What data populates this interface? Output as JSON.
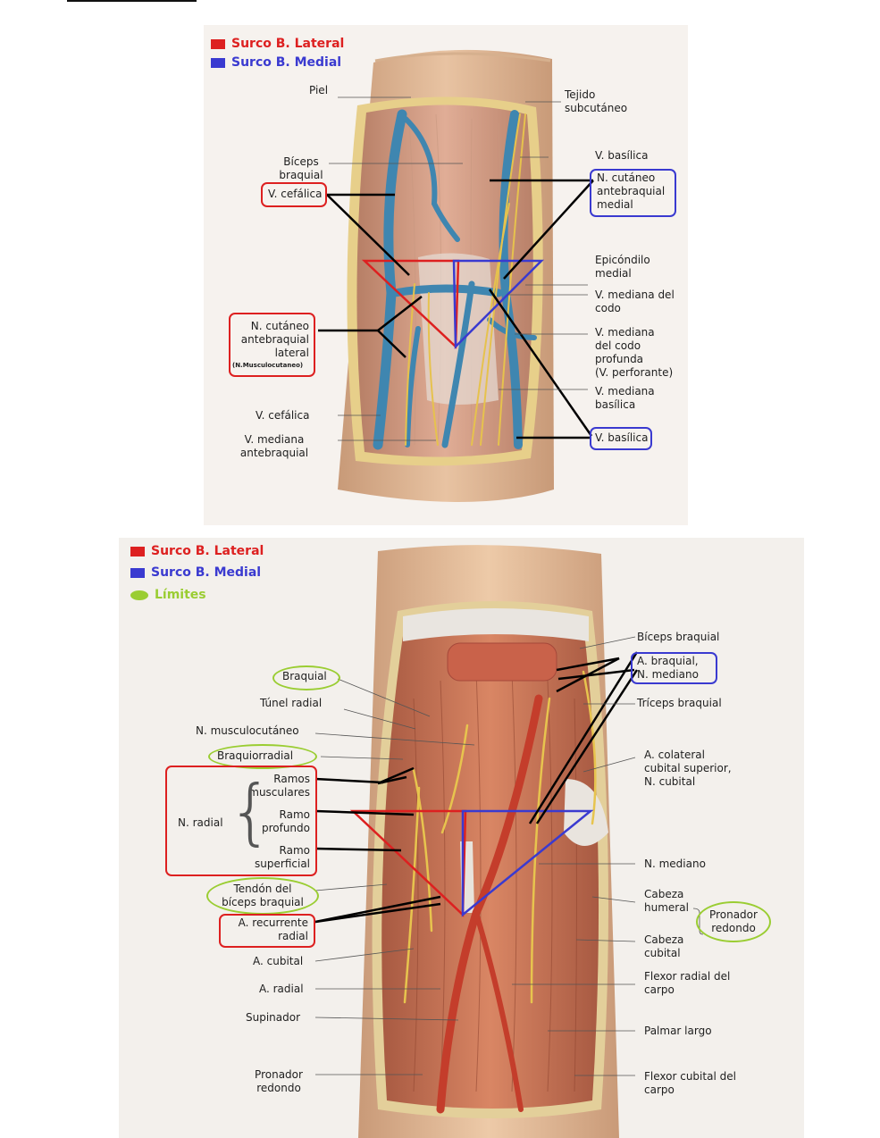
{
  "colors": {
    "lateral": "#dd2020",
    "medial": "#3a3ad0",
    "limites": "#9acd32"
  },
  "top": {
    "legend": {
      "lateral": "Surco B. Lateral",
      "medial": "Surco B. Medial"
    },
    "labels": {
      "piel": "Piel",
      "tejido": "Tejido\nsubcutáneo",
      "biceps": "Bíceps\nbraquial",
      "v_basilica_top": "V. basílica",
      "v_cefalica_box": "V. cefálica",
      "n_cutaneo_medial": "N. cutáneo\nantebraquial\nmedial",
      "epicondilo": "Epicóndilo medial",
      "v_mediana_codo": "V. mediana del codo",
      "n_cutaneo_lateral": "N. cutáneo\nantebraquial\nlateral",
      "n_musculocutaneo_small": "(N.Musculocutaneo)",
      "v_mediana_profunda": "V. mediana\ndel codo profunda\n(V. perforante)",
      "v_mediana_basilica": "V. mediana\nbasílica",
      "v_cefalica_bottom": "V. cefálica",
      "v_mediana_antebraquial": "V. mediana\nantebraquial",
      "v_basilica_box": "V. basílica"
    }
  },
  "bottom": {
    "legend": {
      "lateral": "Surco B. Lateral",
      "medial": "Surco B. Medial",
      "limites": "Límites"
    },
    "labels": {
      "biceps_braquial": "Bíceps braquial",
      "a_braquial": "A. braquial,\nN. mediano",
      "braquial": "Braquial",
      "tunel_radial": "Túnel radial",
      "triceps": "Tríceps braquial",
      "n_musculocutaneo": "N. musculocutáneo",
      "braquiorradial": "Braquiorradial",
      "a_colateral": "A. colateral\ncubital superior,\nN. cubital",
      "ramos_musculares": "Ramos\nmusculares",
      "n_radial": "N. radial",
      "ramo_profundo": "Ramo\nprofundo",
      "ramo_superficial": "Ramo\nsuperficial",
      "n_mediano": "N. mediano",
      "tendon_biceps": "Tendón del\nbíceps braquial",
      "cabeza_humeral": "Cabeza\nhumeral",
      "pronador_redondo_box": "Pronador\nredondo",
      "a_recurrente": "A. recurrente\nradial",
      "cabeza_cubital": "Cabeza\ncubital",
      "a_cubital": "A. cubital",
      "flexor_radial": "Flexor radial del\ncarpo",
      "a_radial": "A. radial",
      "supinador": "Supinador",
      "palmar_largo": "Palmar largo",
      "pronador_redondo": "Pronador\nredondo",
      "flexor_cubital": "Flexor cubital del\ncarpo"
    }
  }
}
